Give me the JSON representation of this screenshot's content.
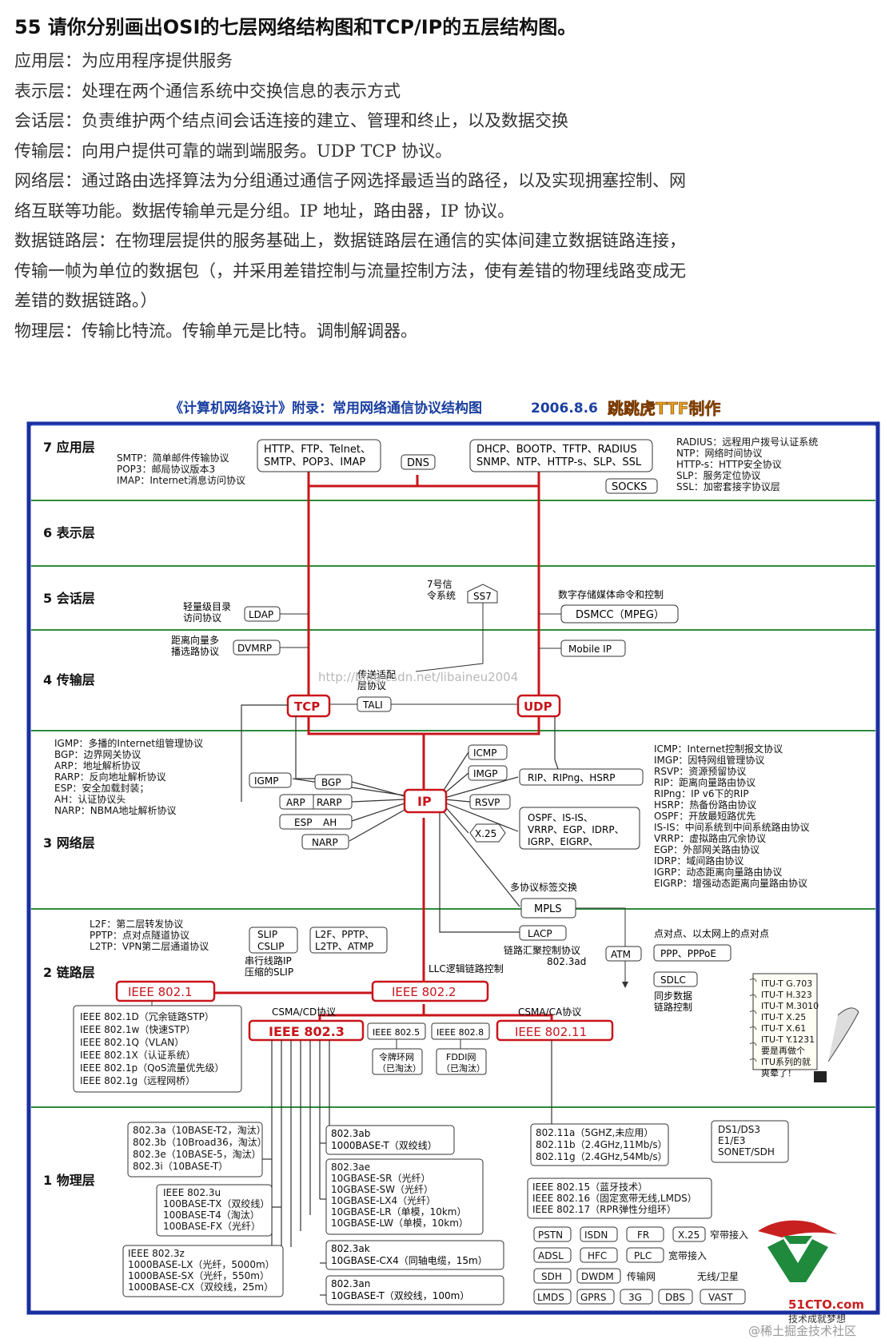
{
  "title": "55 请你分别画出OSI的七层网络结构图和TCP/IP的五层结构图。",
  "intro_lines": [
    "应用层：为应用程序提供服务",
    "表示层：处理在两个通信系统中交换信息的表示方式",
    "会话层：负责维护两个结点间会话连接的建立、管理和终止，以及数据交换",
    "传输层：向用户提供可靠的端到端服务。UDP TCP 协议。",
    "网络层：通过路由选择算法为分组通过通信子网选择最适当的路径，以及实现拥塞控制、网",
    "络互联等功能。数据传输单元是分组。IP 地址，路由器，IP 协议。",
    "数据链路层：在物理层提供的服务基础上，数据链路层在通信的实体间建立数据链路连接，",
    "传输一帧为单位的数据包（，并采用差错控制与流量控制方法，使有差错的物理线路变成无",
    "差错的数据链路。）",
    "物理层：传输比特流。传输单元是比特。调制解调器。"
  ],
  "diagram": {
    "header": "《计算机网络设计》附录：常用网络通信协议结构图",
    "date": "2006.8.6",
    "author": "跳跳虎TTF制作",
    "watermark": "http://blog.csdn.net/libaineu2004",
    "layers": {
      "l7": "7 应用层",
      "l6": "6 表示层",
      "l5": "5 会话层",
      "l4": "4 传输层",
      "l3": "3 网络层",
      "l2": "2 链路层",
      "l1": "1 物理层"
    },
    "app": {
      "left_notes": [
        "SMTP：简单邮件传输协议",
        "POP3：邮局协议版本3",
        "IMAP：Internet消息访问协议"
      ],
      "box1": [
        "HTTP、FTP、Telnet、",
        "SMTP、POP3、IMAP"
      ],
      "dns": "DNS",
      "box2": [
        "DHCP、BOOTP、TFTP、RADIUS",
        "SNMP、NTP、HTTP-s、SLP、SSL"
      ],
      "socks": "SOCKS",
      "right_notes": [
        "RADIUS：远程用户拨号认证系统",
        "NTP：网络时间协议",
        "HTTP-s：HTTP安全协议",
        "SLP：服务定位协议",
        "SSL：加密套接字协议层"
      ]
    },
    "session": {
      "ss7_note": [
        "7号信",
        "令系统"
      ],
      "ss7": "SS7",
      "ldap_note": [
        "轻量级目录",
        "访问协议"
      ],
      "ldap": "LDAP",
      "dsmcc_note": "数字存储媒体命令和控制",
      "dsmcc": "DSMCC（MPEG）"
    },
    "transport": {
      "dvmrp_note": [
        "距离向量多",
        "播选路协议"
      ],
      "dvmrp": "DVMRP",
      "mobileip": "Mobile IP",
      "tcp": "TCP",
      "udp": "UDP",
      "tali": "TALI",
      "tali_note": [
        "传送适配",
        "层协议"
      ]
    },
    "network": {
      "left_notes": [
        "IGMP：多播的Internet组管理协议",
        "BGP：边界网关协议",
        "ARP：地址解析协议",
        "RARP：反向地址解析协议",
        "ESP：安全加载封装；",
        "AH：认证协议头",
        "NARP：NBMA地址解析协议"
      ],
      "ip": "IP",
      "igmp": "IGMP",
      "bgp": "BGP",
      "arp": "ARP",
      "rarp": "RARP",
      "esp": "ESP",
      "ah": "AH",
      "narp": "NARP",
      "icmp": "ICMP",
      "imgp": "IMGP",
      "rsvp": "RSVP",
      "x25": "X.25",
      "rip": "RIP、RIPng、HSRP",
      "ospf": [
        "OSPF、IS-IS、",
        "VRRP、EGP、IDRP、",
        "IGRP、EIGRP、"
      ],
      "right_notes": [
        "ICMP：Internet控制报文协议",
        "IMGP：因特网组管理协议",
        "RSVP：资源预留协议",
        "RIP：距离向量路由协议",
        "RIPng：IP v6下的RIP",
        "HSRP：热备份路由协议",
        "OSPF：开放最短路优先",
        "IS-IS：中间系统到中间系统路由协议",
        "VRRP：虚拟路由冗余协议",
        "EGP：外部网关路由协议",
        "IDRP：域间路由协议",
        "IGRP：动态距离向量路由协议",
        "EIGRP：增强动态距离向量路由协议"
      ],
      "mpls_note": "多协议标签交换",
      "mpls": "MPLS"
    },
    "link": {
      "left_notes": [
        "L2F：第二层转发协议",
        "PPTP：点对点隧道协议",
        "L2TP：VPN第二层通道协议"
      ],
      "slip": [
        "SLIP",
        "CSLIP"
      ],
      "slip_note": [
        "串行线路IP",
        "压缩的SLIP"
      ],
      "l2f": [
        "L2F、PPTP、",
        "L2TP、ATMP"
      ],
      "lacp": "LACP",
      "lacp_note": [
        "链路汇聚控制协议",
        "802.3ad"
      ],
      "atm": "ATM",
      "p2p_note": "点对点、以太网上的点对点",
      "ppp": "PPP、PPPoE",
      "sdlc": "SDLC",
      "sdlc_note": [
        "同步数据",
        "链路控制"
      ],
      "llc": "LLC逻辑链路控制",
      "ieee8021": "IEEE 802.1",
      "ieee8022": "IEEE 802.2",
      "csma_cd": "CSMA/CD协议",
      "csma_ca": "CSMA/CA协议",
      "ieee8023": "IEEE 802.3",
      "ieee8025": "IEEE 802.5",
      "ieee8028": "IEEE 802.8",
      "ieee80211": "IEEE 802.11",
      "token": [
        "令牌环网",
        "（已淘汰）"
      ],
      "fddi": [
        "FDDI网",
        "（已淘汰）"
      ],
      "ieee_list": [
        "IEEE 802.1D（冗余链路STP）",
        "IEEE 802.1w（快速STP）",
        "IEEE 802.1Q（VLAN）",
        "IEEE 802.1X（认证系统）",
        "IEEE 802.1p（QoS流量优先级）",
        "IEEE 802.1g（远程网桥）"
      ],
      "itu": [
        "ITU-T G.703",
        "ITU-T H.323",
        "ITU-T M.3010",
        "ITU-T X.25",
        "ITU-T X.61",
        "ITU-T Y.1231",
        "要是再做个",
        "ITU系列的就",
        "爽晕了！"
      ]
    },
    "physical": {
      "box_a": [
        "802.3a（10BASE-T2，淘汰）",
        "802.3b（10Broad36，淘汰）",
        "802.3e（10BASE-5，淘汰）",
        "802.3i（10BASE-T）"
      ],
      "box_u": [
        "IEEE 802.3u",
        "100BASE-TX（双绞线）",
        "100BASE-T4（淘汰）",
        "100BASE-FX（光纤）"
      ],
      "box_z": [
        "IEEE 802.3z",
        "1000BASE-LX（光纤，5000m）",
        "1000BASE-SX（光纤，550m）",
        "1000BASE-CX（双绞线，25m）"
      ],
      "box_ab": [
        "802.3ab",
        "1000BASE-T（双绞线）"
      ],
      "box_ae": [
        "802.3ae",
        "10GBASE-SR（光纤）",
        "10GBASE-SW（光纤）",
        "10GBASE-LX4（光纤）",
        "10GBASE-LR（单模，10km）",
        "10GBASE-LW（单模，10km）"
      ],
      "box_ak": [
        "802.3ak",
        "10GBASE-CX4（同轴电缆，15m）"
      ],
      "box_an": [
        "802.3an",
        "10GBASE-T（双绞线，100m）"
      ],
      "box_11": [
        "802.11a（5GHZ,未应用）",
        "802.11b（2.4GHz,11Mb/s）",
        "802.11g（2.4GHz,54Mb/s）"
      ],
      "box_15": [
        "IEEE 802.15（蓝牙技术）",
        "IEEE 802.16（固定宽带无线,LMDS）",
        "IEEE 802.17（RPR弹性分组环）"
      ],
      "box_ds": [
        "DS1/DS3",
        "E1/E3",
        "SONET/SDH"
      ],
      "row1": [
        "PSTN",
        "ISDN",
        "FR",
        "X.25"
      ],
      "row1_note": "窄带接入",
      "row2": [
        "ADSL",
        "HFC",
        "PLC"
      ],
      "row2_note": "宽带接入",
      "row3": [
        "SDH",
        "DWDM"
      ],
      "row3_note": "传输网",
      "row4": [
        "LMDS",
        "GPRS",
        "3G",
        "DBS",
        "VAST"
      ],
      "row4_note": "无线/卫星",
      "logo": "51CTO.com",
      "logo_sub": "技术成就梦想",
      "corner": "@稀土掘金技术社区"
    }
  }
}
